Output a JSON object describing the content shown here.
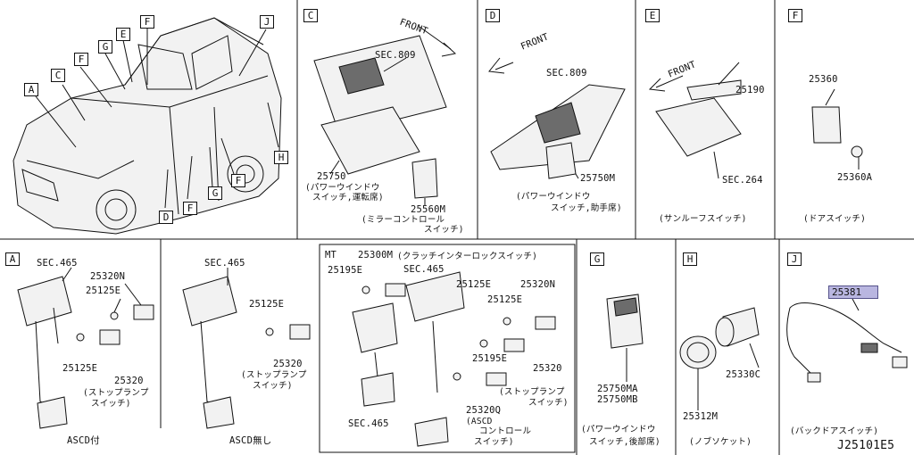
{
  "diagram_id": "J25101E5",
  "sections": {
    "vehicle": {
      "callouts": [
        "A",
        "C",
        "F",
        "G",
        "E",
        "F",
        "J",
        "H",
        "D",
        "F",
        "G",
        "F"
      ]
    },
    "C": {
      "letter": "C",
      "front": "FRONT",
      "sec": "SEC.809",
      "part": "25750",
      "desc1": "(パワーウインドウ",
      "desc2": "スイッチ,運転席)",
      "part2": "25560M",
      "desc3": "(ミラーコントロール",
      "desc4": "スイッチ)"
    },
    "D": {
      "letter": "D",
      "front": "FRONT",
      "sec": "SEC.809",
      "part": "25750M",
      "desc1": "(パワーウインドウ",
      "desc2": "スイッチ,助手席)"
    },
    "E": {
      "letter": "E",
      "front": "FRONT",
      "part": "25190",
      "sec": "SEC.264",
      "desc": "(サンルーフスイッチ)"
    },
    "F": {
      "letter": "F",
      "part": "25360",
      "part2": "25360A",
      "desc": "(ドアスイッチ)"
    },
    "A1": {
      "letter": "A",
      "sec": "SEC.465",
      "p1": "25320N",
      "p2": "25125E",
      "p3": "25125E",
      "p4": "25320",
      "desc1": "(ストップランプ",
      "desc2": "スイッチ)",
      "caption": "ASCD付"
    },
    "A2": {
      "sec": "SEC.465",
      "p1": "25125E",
      "p2": "25320",
      "desc1": "(ストップランプ",
      "desc2": "スイッチ)",
      "caption": "ASCD無し"
    },
    "MT": {
      "mt": "MT",
      "p1": "25300M",
      "p1desc": "(クラッチインターロックスイッチ)",
      "p2": "25195E",
      "sec": "SEC.465",
      "p3": "25125E",
      "p4": "25320N",
      "p5": "25125E",
      "p6": "25195E",
      "p7": "25320",
      "desc1": "(ストップランプ",
      "desc2": "スイッチ)",
      "p8": "25320Q",
      "desc3": "(ASCD",
      "desc4": "コントロール",
      "desc5": "スイッチ)",
      "sec2": "SEC.465"
    },
    "G": {
      "letter": "G",
      "p1": "25750MA",
      "p2": "25750MB",
      "desc1": "(パワーウインドウ",
      "desc2": "スイッチ,後部席)"
    },
    "H": {
      "letter": "H",
      "p1": "25330C",
      "p2": "25312M",
      "desc": "(ノブソケット)"
    },
    "J": {
      "letter": "J",
      "part": "25381",
      "desc": "(バックドアスイッチ)"
    }
  }
}
